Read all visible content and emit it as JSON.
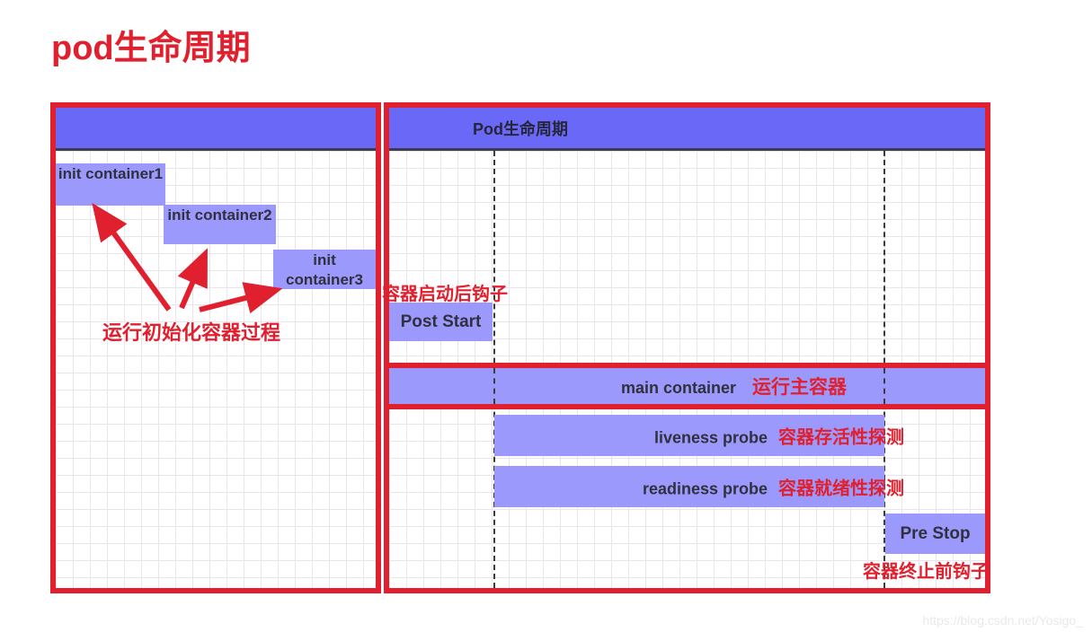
{
  "page": {
    "title": "pod生命周期",
    "watermark": "https://blog.csdn.net/Yosigo_"
  },
  "colors": {
    "accent-red": "#e0202e",
    "header-purple": "#6a68f7",
    "bar-purple": "#9c99fc",
    "dark-text": "#30303e",
    "header-underline": "#3d3d52",
    "grid-line": "#eae5ec",
    "watermark-gray": "#e9e9e9"
  },
  "diagram": {
    "header": "Pod生命周期"
  },
  "left_panel": {
    "init_containers": [
      {
        "label": "init container1"
      },
      {
        "label": "init container2"
      },
      {
        "label": "init container3"
      }
    ],
    "annotation": "运行初始化容器过程"
  },
  "right_panel": {
    "post_start": {
      "label": "Post Start",
      "annotation": "容器启动后钩子"
    },
    "main_container": {
      "label": "main container",
      "annotation": "运行主容器"
    },
    "liveness_probe": {
      "label": "liveness probe",
      "annotation": "容器存活性探测"
    },
    "readiness_probe": {
      "label": "readiness probe",
      "annotation": "容器就绪性探测"
    },
    "pre_stop": {
      "label": "Pre Stop",
      "annotation": "容器终止前钩子"
    }
  }
}
